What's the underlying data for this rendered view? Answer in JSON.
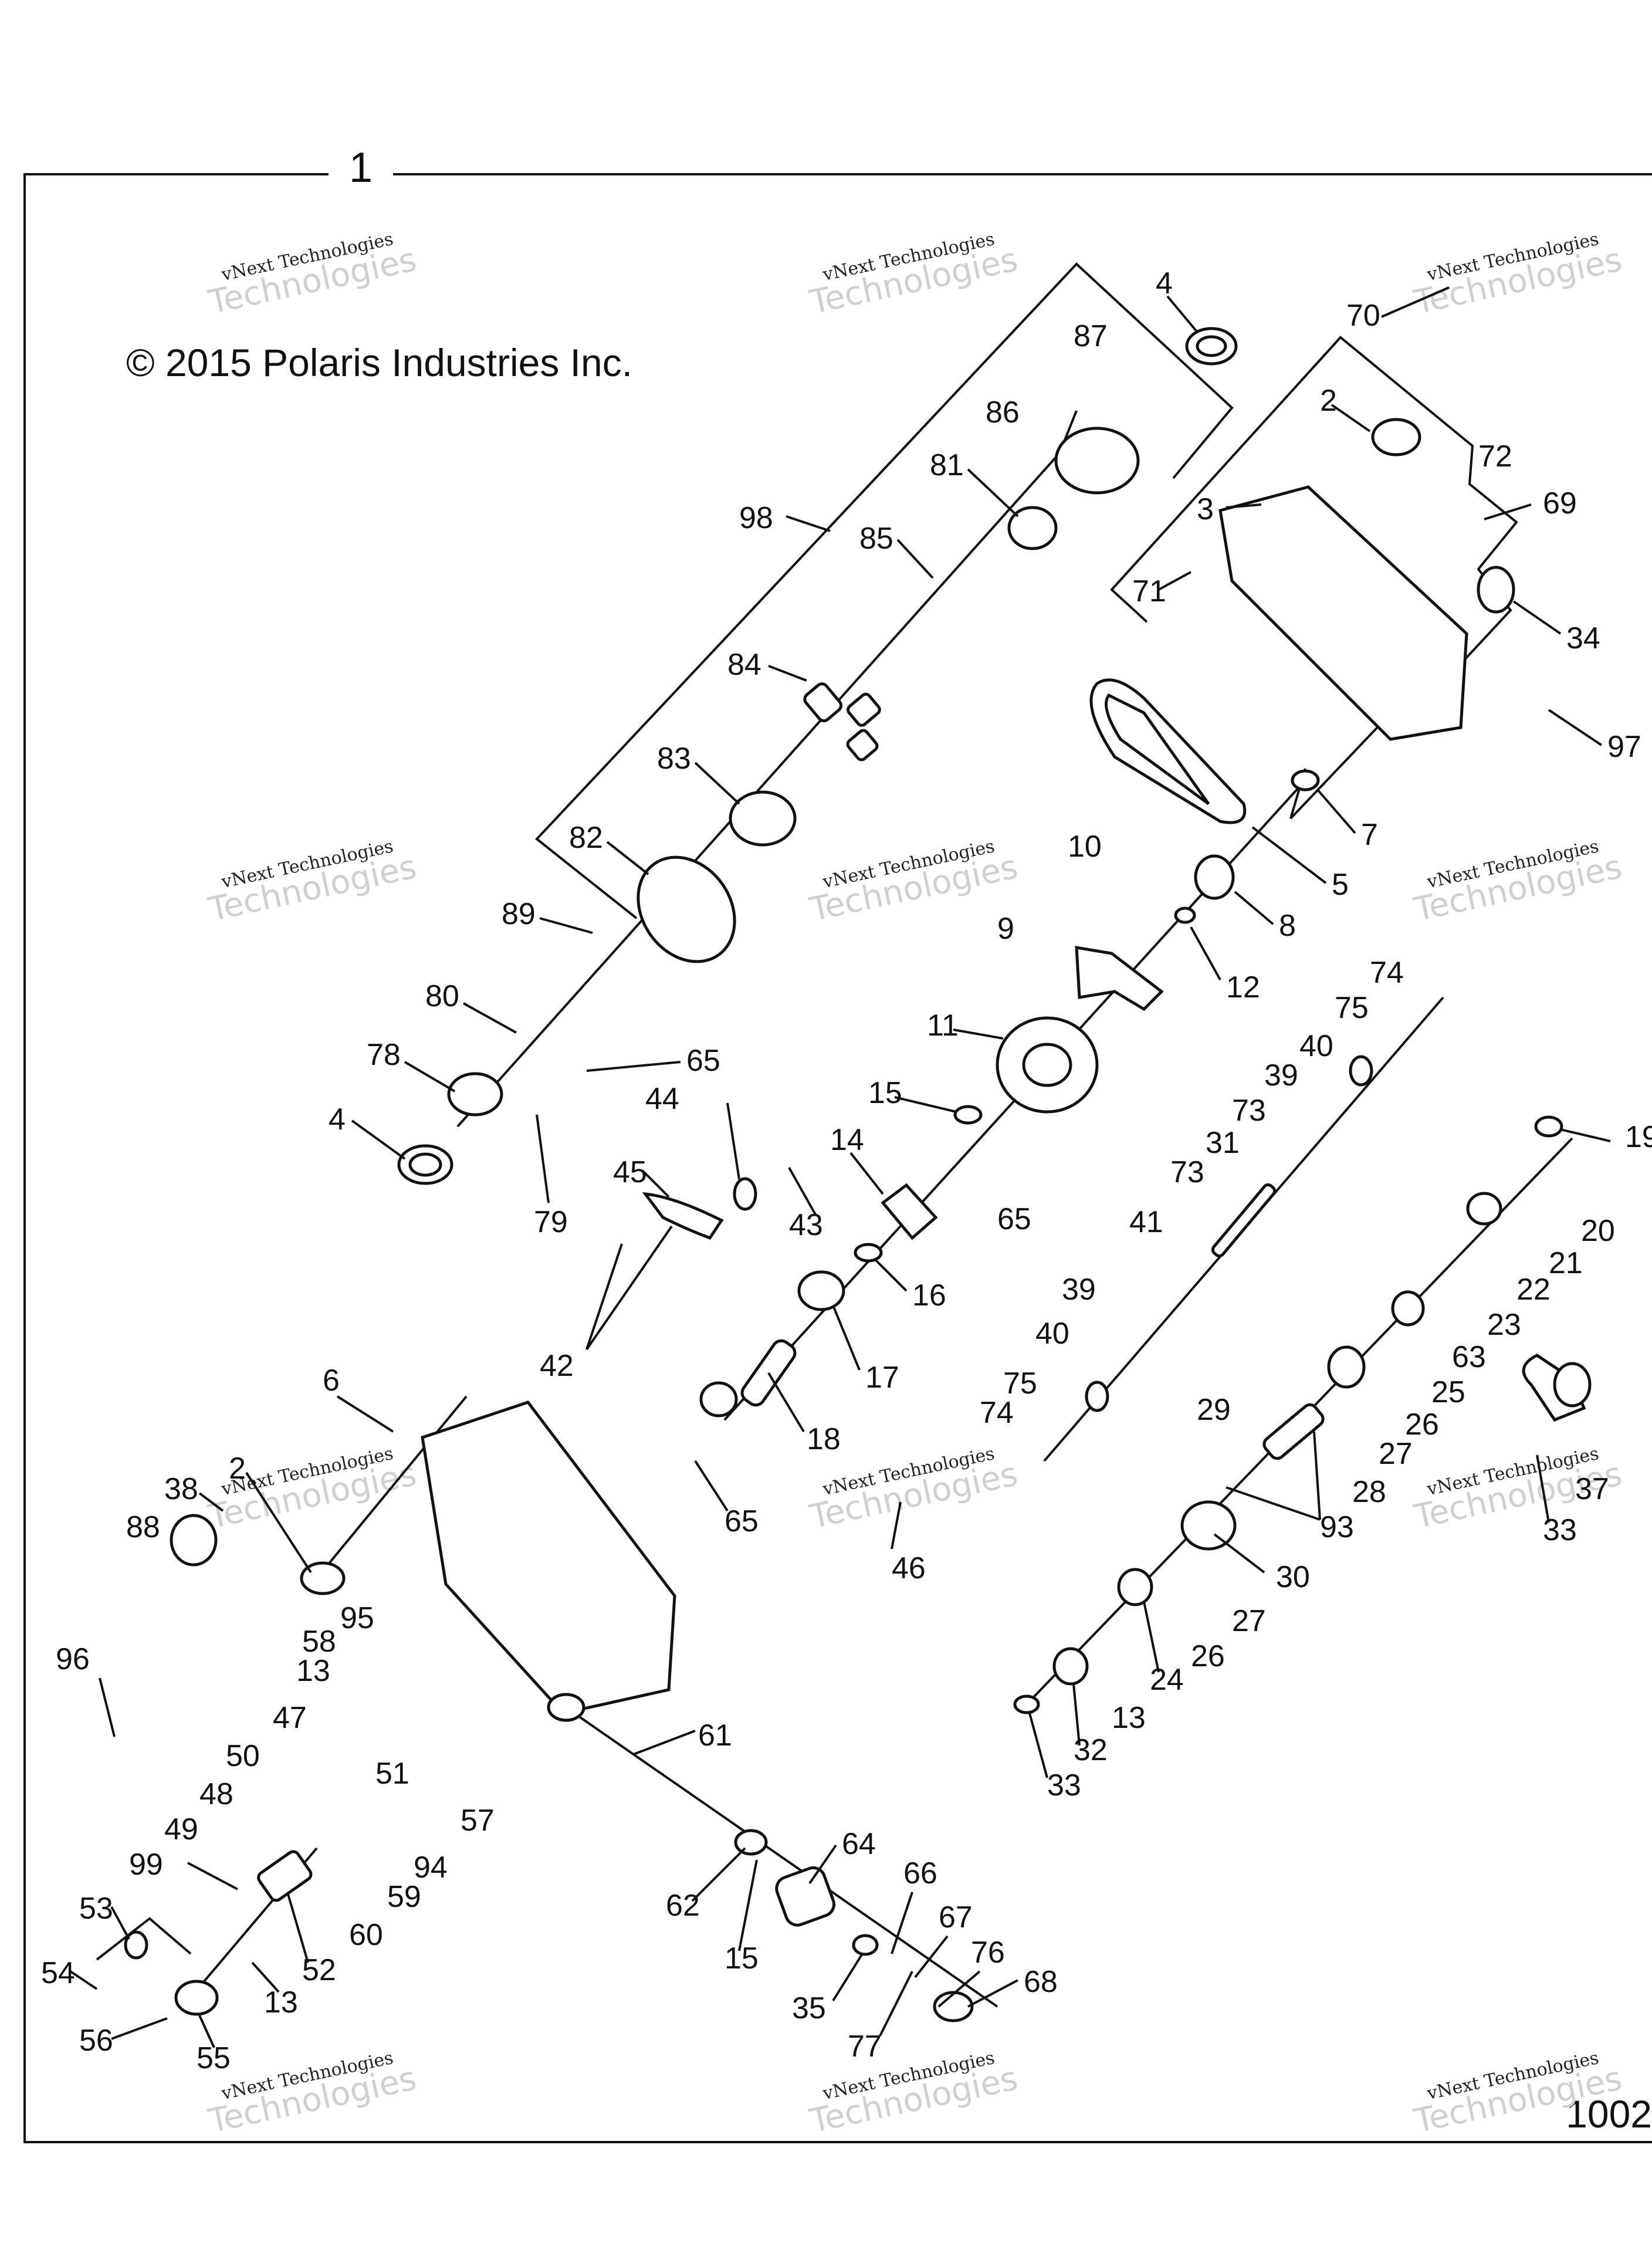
{
  "figure": {
    "section_number": "1",
    "copyright": "© 2015 Polaris Industries Inc.",
    "figure_id": "1002",
    "watermark": {
      "line1": "vNext Technologies",
      "line2": "Technologies",
      "line0": "vNext"
    }
  },
  "callouts": [
    "1",
    "2",
    "3",
    "4",
    "5",
    "6",
    "7",
    "8",
    "9",
    "10",
    "11",
    "12",
    "13",
    "14",
    "15",
    "16",
    "17",
    "18",
    "19",
    "20",
    "21",
    "22",
    "23",
    "24",
    "25",
    "26",
    "27",
    "28",
    "29",
    "30",
    "31",
    "32",
    "33",
    "34",
    "35",
    "37",
    "38",
    "39",
    "40",
    "41",
    "42",
    "43",
    "44",
    "45",
    "46",
    "47",
    "48",
    "49",
    "50",
    "51",
    "52",
    "53",
    "54",
    "55",
    "56",
    "57",
    "58",
    "59",
    "60",
    "61",
    "62",
    "63",
    "64",
    "65",
    "66",
    "67",
    "68",
    "69",
    "70",
    "71",
    "72",
    "73",
    "74",
    "75",
    "76",
    "77",
    "78",
    "79",
    "80",
    "81",
    "82",
    "83",
    "84",
    "85",
    "86",
    "87",
    "88",
    "89",
    "93",
    "94",
    "95",
    "96",
    "97",
    "98",
    "99"
  ]
}
